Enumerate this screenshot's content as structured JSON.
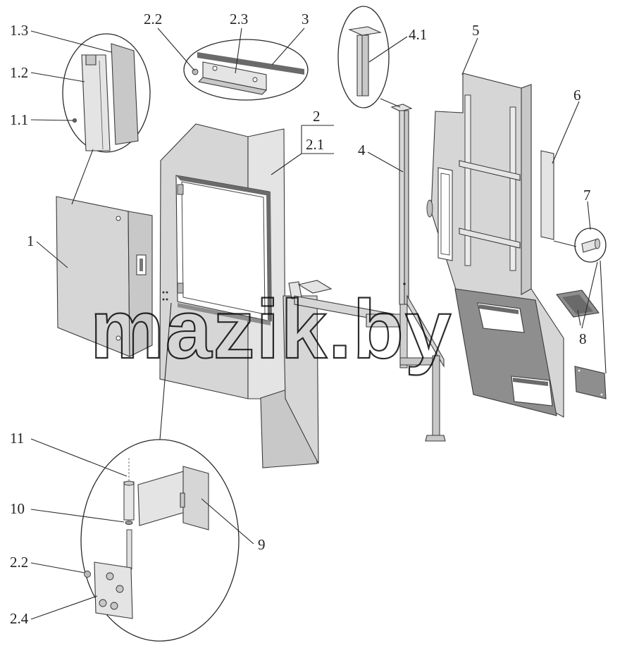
{
  "diagram": {
    "watermark": "mazik.by",
    "callouts": {
      "p1": "1",
      "p1_1": "1.1",
      "p1_2": "1.2",
      "p1_3": "1.3",
      "p2": "2",
      "p2_1": "2.1",
      "p2_2_top": "2.2",
      "p2_3": "2.3",
      "p2_2_bottom": "2.2",
      "p2_4": "2.4",
      "p3": "3",
      "p4": "4",
      "p4_1": "4.1",
      "p5": "5",
      "p6": "6",
      "p7": "7",
      "p8": "8",
      "p9": "9",
      "p10": "10",
      "p11": "11"
    }
  }
}
